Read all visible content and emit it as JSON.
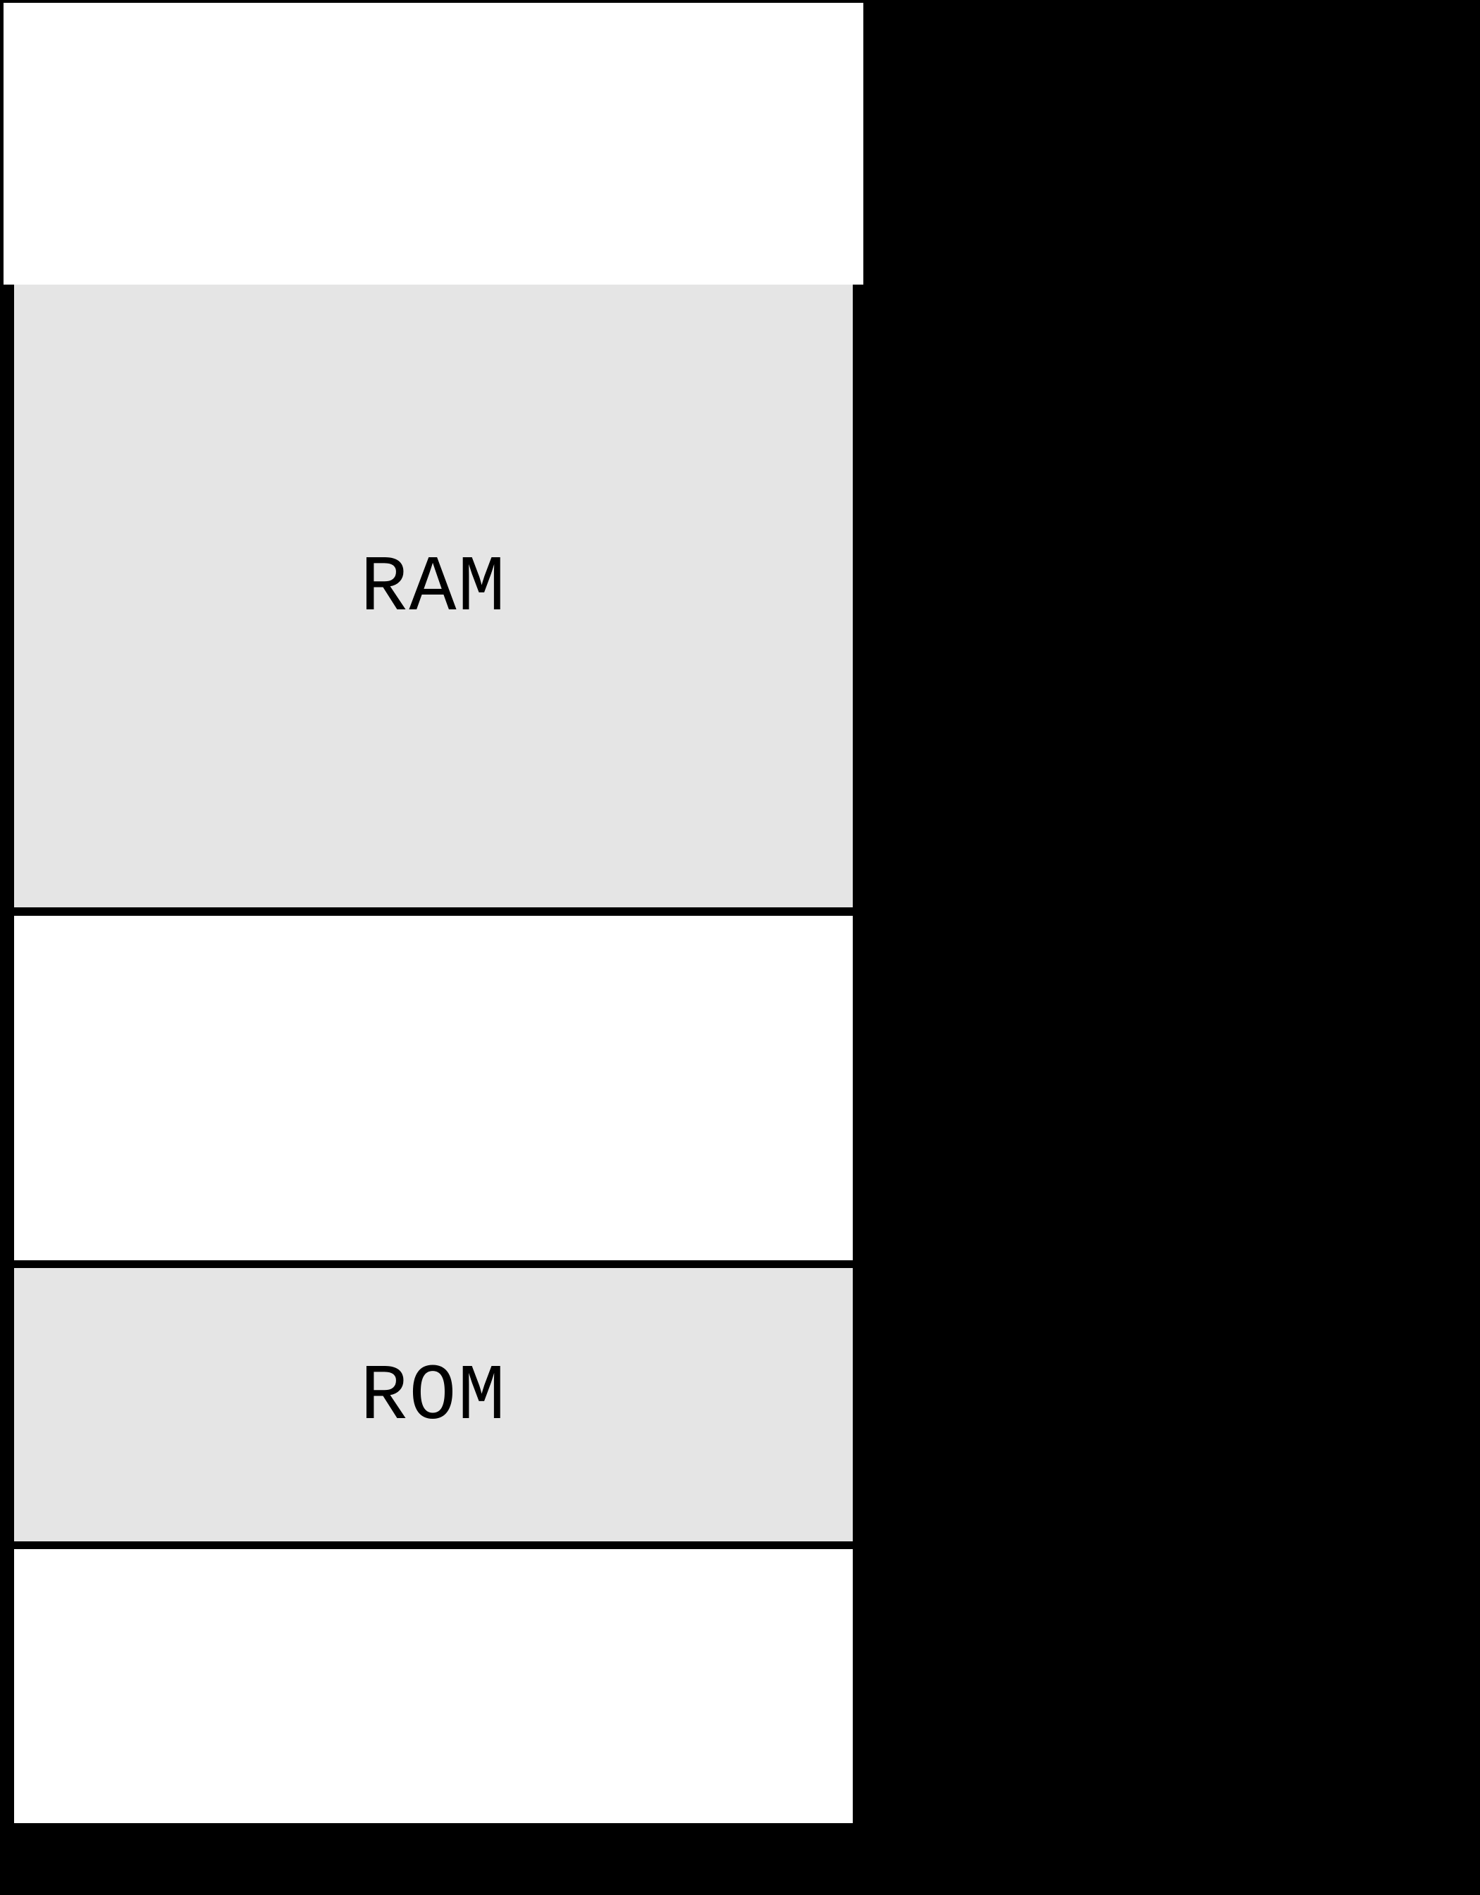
{
  "diagram": {
    "type": "memory-map-block-diagram",
    "regions": [
      {
        "id": "top",
        "label": "",
        "kind": "empty-box"
      },
      {
        "id": "ram",
        "label": "RAM",
        "kind": "labeled-box"
      },
      {
        "id": "middle",
        "label": "",
        "kind": "empty-box"
      },
      {
        "id": "rom",
        "label": "ROM",
        "kind": "labeled-box"
      },
      {
        "id": "bottom",
        "label": "",
        "kind": "empty-box"
      }
    ],
    "colors": {
      "background": "#000000",
      "box_fill_white": "#ffffff",
      "box_fill_gray": "#e5e5e5",
      "separator": "#000000",
      "label_text": "#000000"
    }
  }
}
